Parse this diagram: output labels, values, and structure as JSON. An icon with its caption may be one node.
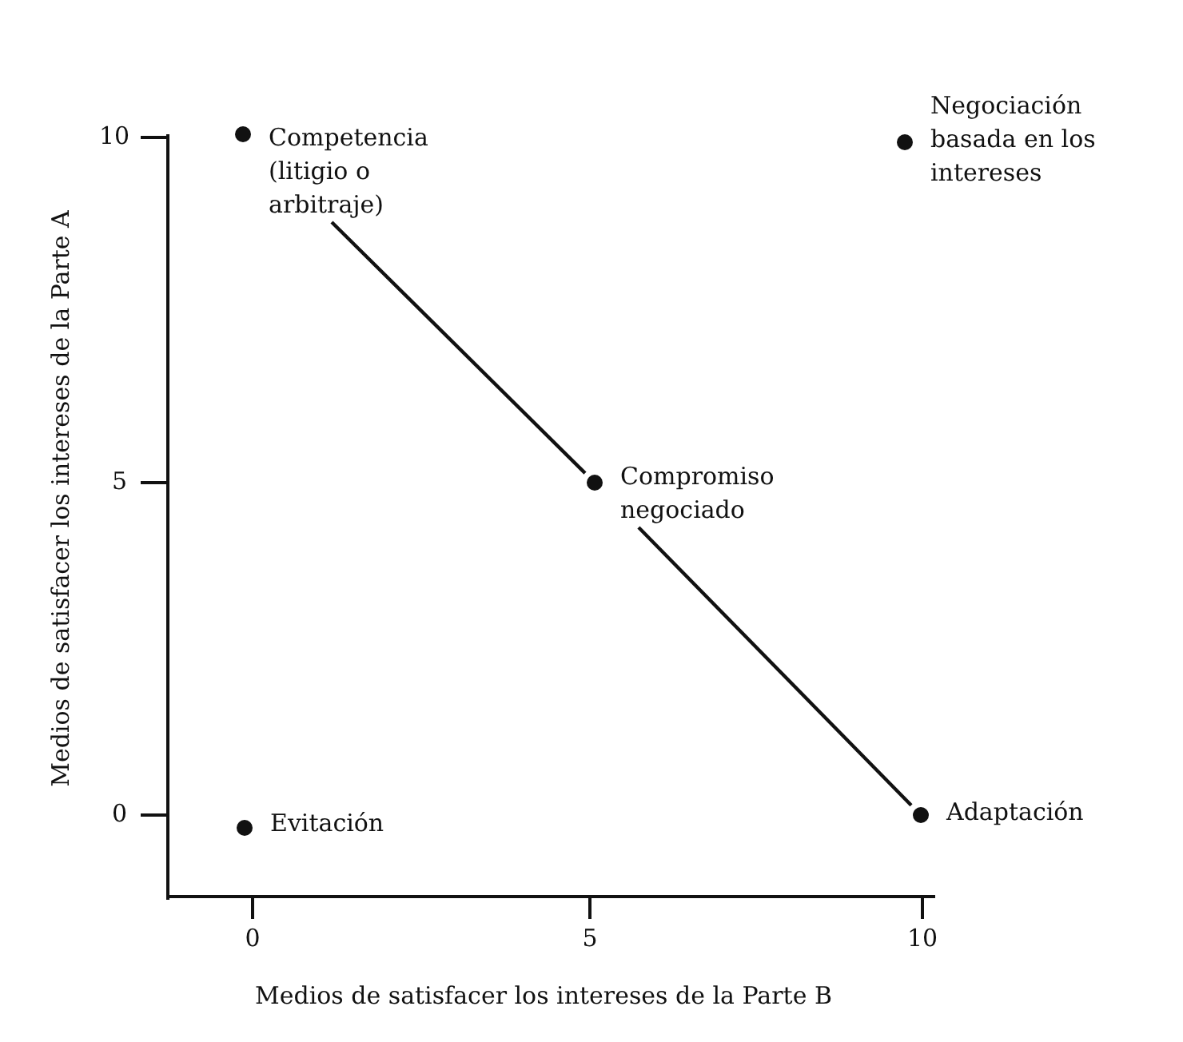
{
  "diagram": {
    "nodes": [
      {
        "text": [
          "Competencia (litigio o arbitraje)"
        ]
      },
      {
        "text": [
          "Negociación basada en los intereses"
        ]
      },
      {
        "text": [
          "Compromiso negociado"
        ]
      },
      {
        "text": [
          "Evitación"
        ]
      },
      {
        "text": [
          "Adaptación"
        ]
      }
    ],
    "edges": [
      {
        "from": 0,
        "to": 2,
        "arrow": "none"
      },
      {
        "from": 2,
        "to": 4,
        "arrow": "none"
      }
    ],
    "labels": [
      "Medios de satisfacer los intereses de la Parte A",
      "10",
      "5",
      "0",
      "0",
      "5",
      "10",
      "Medios de satisfacer los intereses de la Parte B"
    ]
  }
}
